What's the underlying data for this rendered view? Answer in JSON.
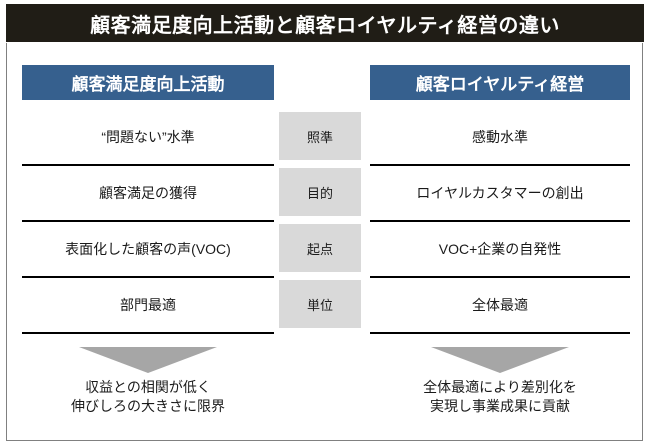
{
  "slide": {
    "title": "顧客満足度向上活動と顧客ロイヤルティ経営の違い",
    "title_bar_color": "#201d16",
    "accent_color": "#36608e",
    "chip_color": "#d9d9d9",
    "arrow_color": "#a6a6a6"
  },
  "columns": {
    "left_header": "顧客満足度向上活動",
    "right_header": "顧客ロイヤルティ経営"
  },
  "rows": [
    {
      "left": "“問題ない”水準",
      "axis": "照準",
      "right": "感動水準"
    },
    {
      "left": "顧客満足の獲得",
      "axis": "目的",
      "right": "ロイヤルカスタマーの創出"
    },
    {
      "left": "表面化した顧客の声(VOC)",
      "axis": "起点",
      "right": "VOC+企業の自発性"
    },
    {
      "left": "部門最適",
      "axis": "単位",
      "right": "全体最適"
    }
  ],
  "conclusions": {
    "left": {
      "line1": "収益との相関が低く",
      "line2": "伸びしろの大きさに限界"
    },
    "right": {
      "line1": "全体最適により差別化を",
      "line2": "実現し事業成果に貢献"
    }
  }
}
